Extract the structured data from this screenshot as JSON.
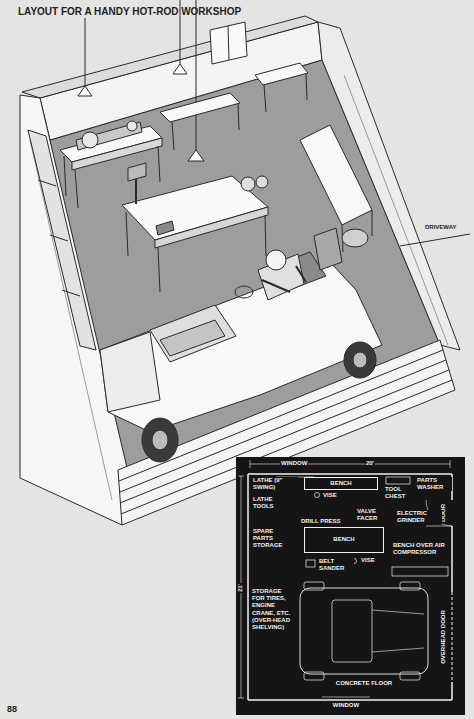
{
  "diagram": {
    "title": "LAYOUT FOR A HANDY HOT-ROD WORKSHOP",
    "nodes": [
      {
        "text": [
          "BENCH"
        ]
      },
      {
        "text": [
          "BENCH"
        ]
      }
    ],
    "labels": [
      "DRIVEWAY",
      "WINDOW",
      "20'",
      "LATHE (9\" SWING)",
      "VISE",
      "TOOL CHEST",
      "PARTS WASHER",
      "DOOR",
      "LATHE TOOLS",
      "DRILL PRESS",
      "VALVE FACER",
      "ELECTRIC GRINDER",
      "SPARE PARTS STORAGE",
      "VISE",
      "BELT SANDER",
      "BENCH OVER AIR COMPRESSOR",
      "21'",
      "STORAGE FOR TIRES, ENGINE CRANE, ETC. (OVER-HEAD SHELVING)",
      "CONCRETE FLOOR",
      "OVERHEAD DOOR",
      "WINDOW",
      "88"
    ]
  }
}
